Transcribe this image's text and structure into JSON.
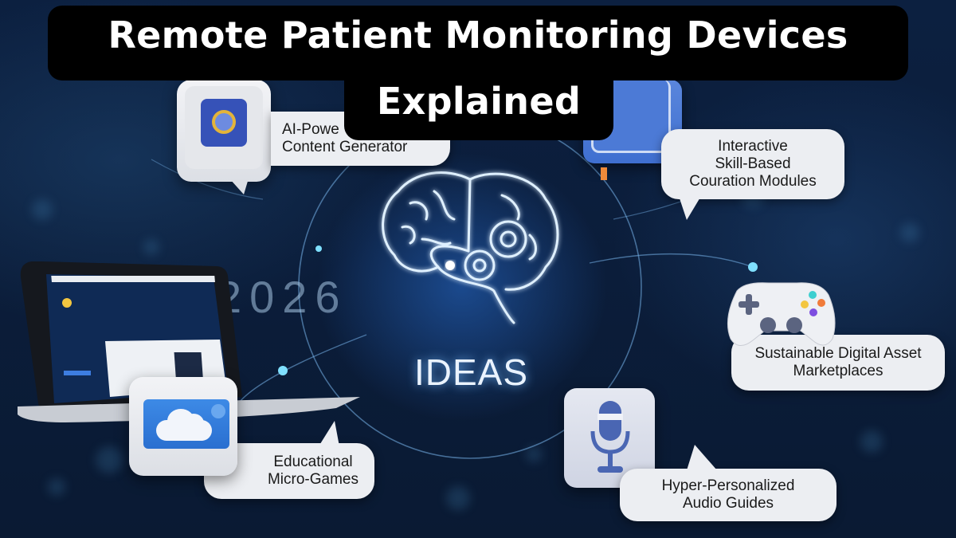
{
  "title": {
    "line1": "Remote Patient Monitoring Devices",
    "line2": "Explained"
  },
  "center": {
    "label": "IDEAS",
    "year": "2026",
    "icon": "brain-with-gears-icon"
  },
  "items": [
    {
      "icon": "ai-content-app-icon",
      "line1": "AI-Powe",
      "line2": "Content Generator"
    },
    {
      "icon": "book-icon",
      "line1": "Interactive",
      "line2": "Skill-Based",
      "line3": "Couration Modules"
    },
    {
      "icon": "game-controller-icon",
      "line1": "Sustainable Digital Asset",
      "line2": "Marketplaces"
    },
    {
      "icon": "microphone-icon",
      "line1": "Hyper-Personalized",
      "line2": "Audio Guides"
    },
    {
      "icon": "cloud-icon",
      "line1": "Educational",
      "line2": "Micro-Games"
    }
  ],
  "laptop": {
    "icon": "laptop-icon"
  },
  "colors": {
    "background": "#0b1d3a",
    "glow": "#6fbfff",
    "card": "#e8eaee",
    "title_bg": "#000000",
    "title_text": "#ffffff",
    "accent_blue": "#3f6fd0"
  }
}
